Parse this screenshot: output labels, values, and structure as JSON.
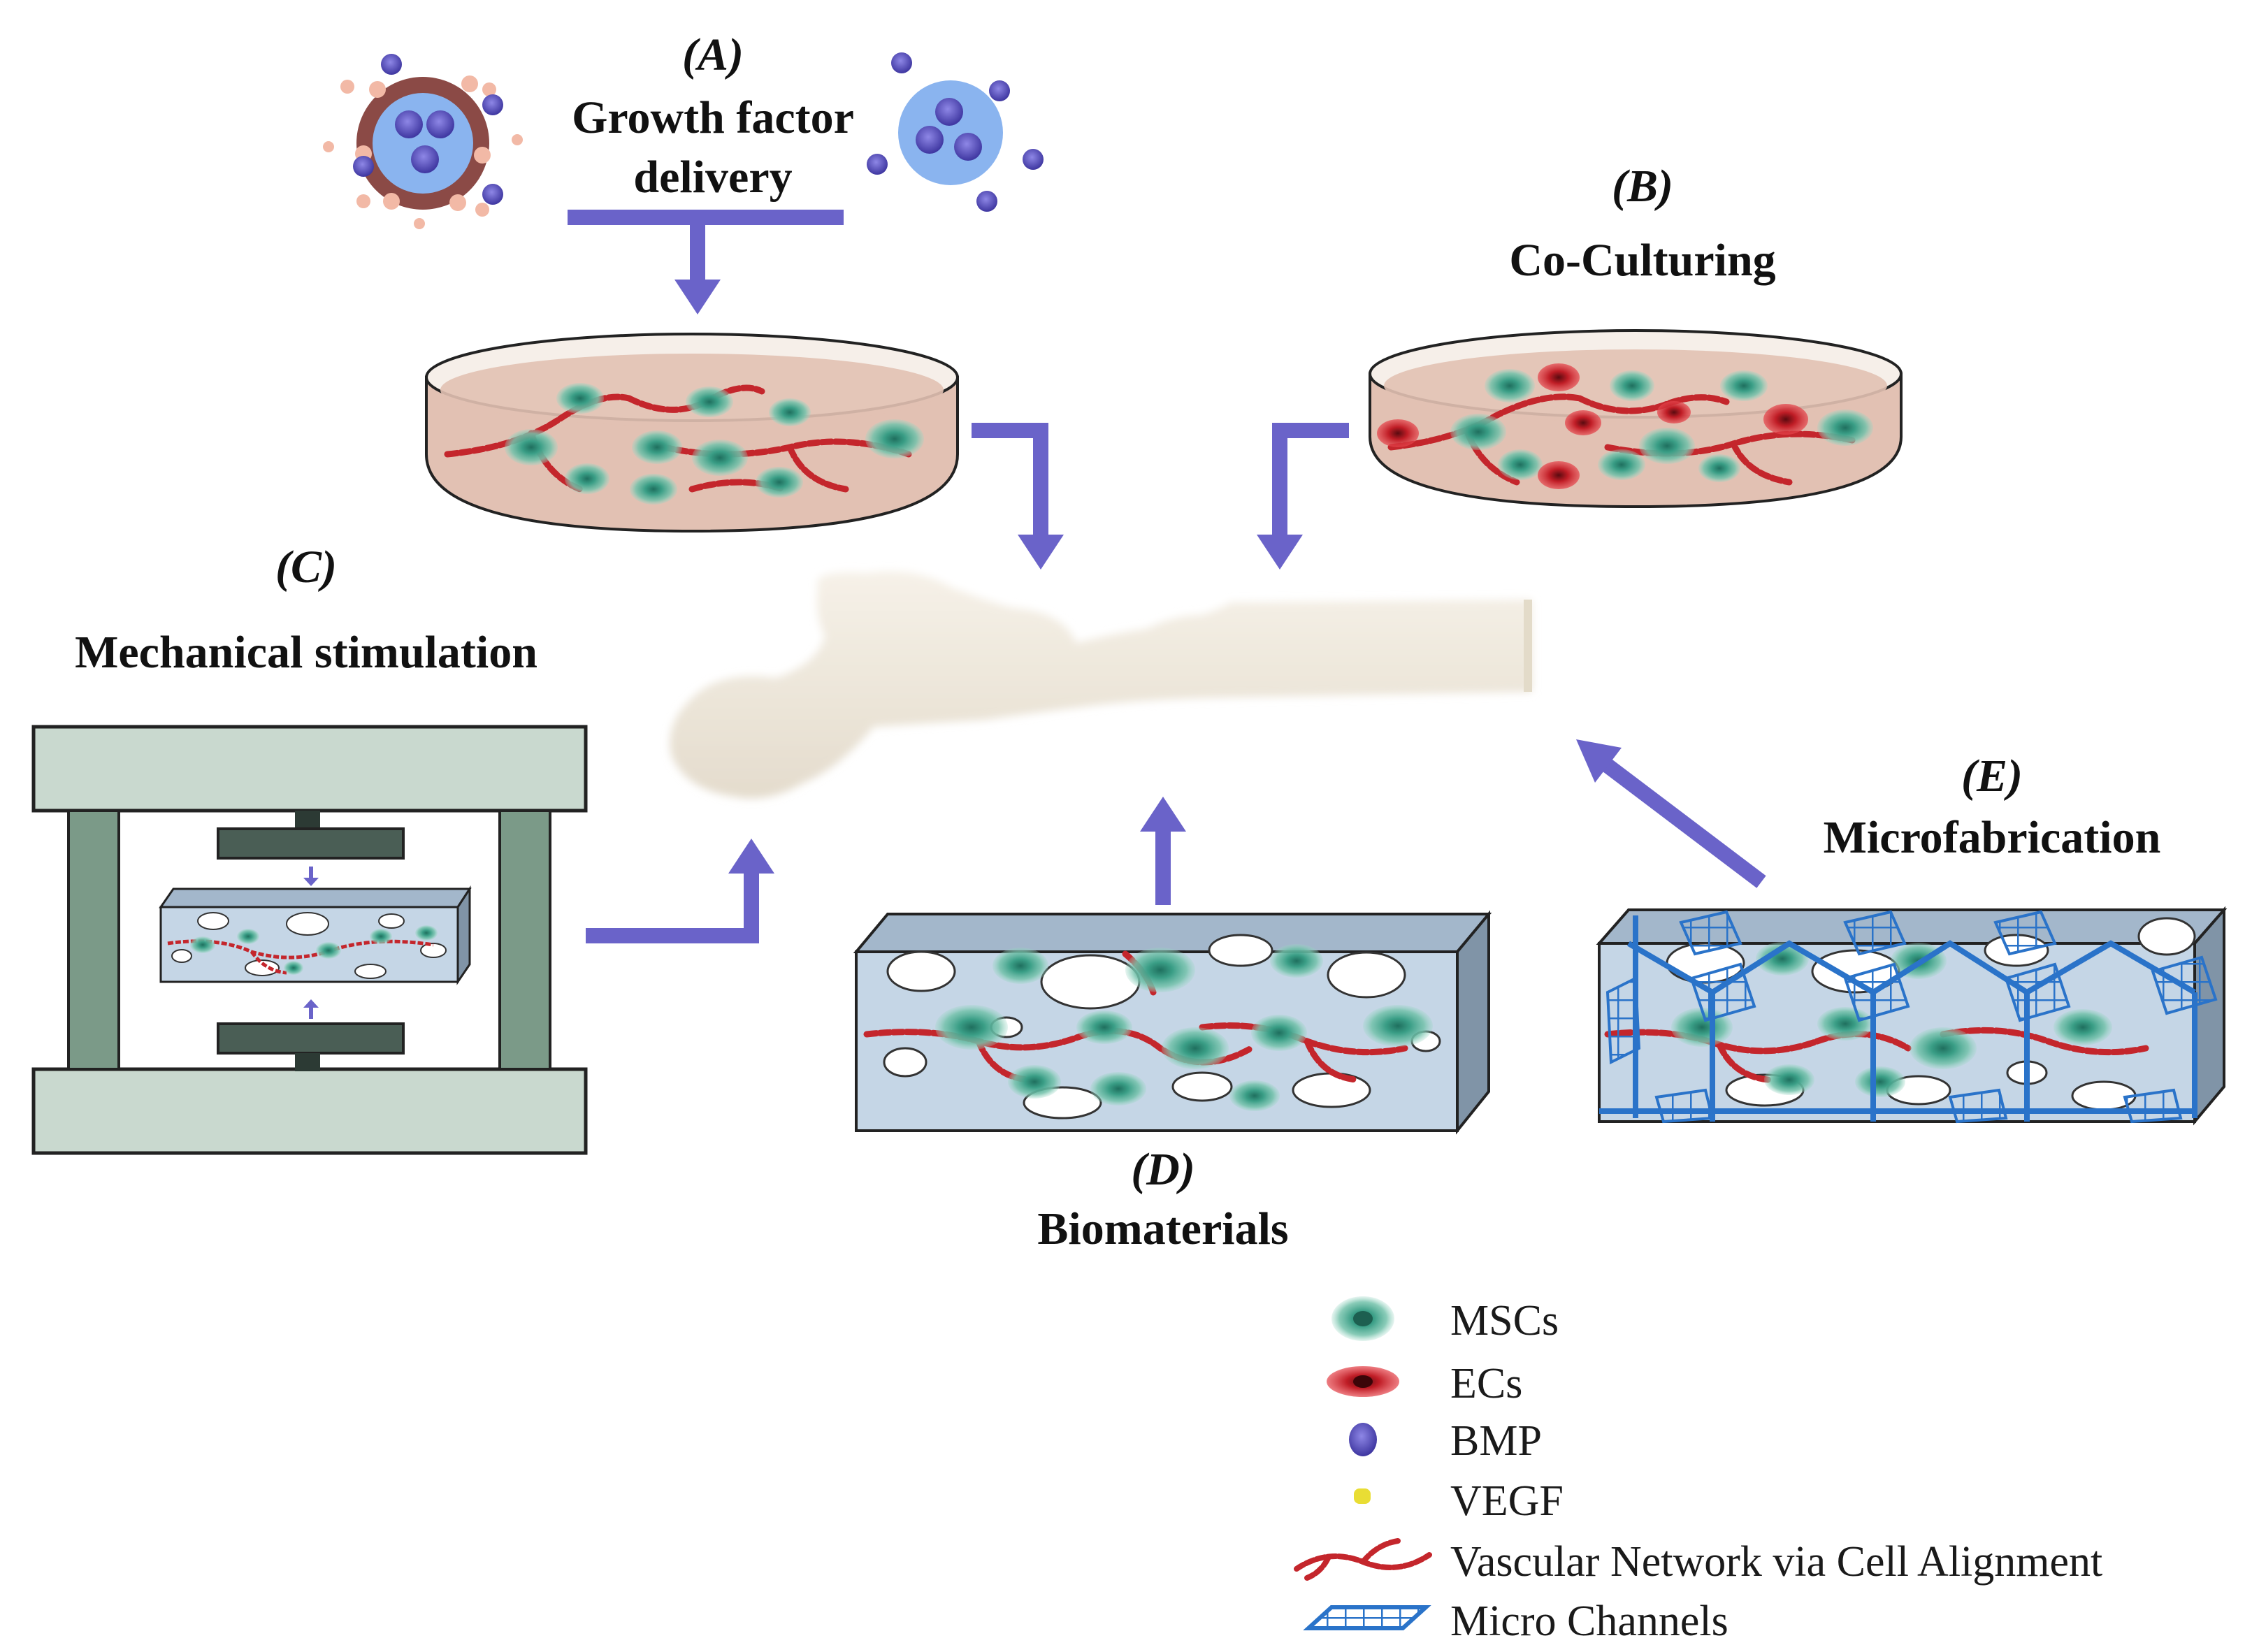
{
  "panels": {
    "a": {
      "letter": "(A)",
      "title_line1": "Growth factor",
      "title_line2": "delivery"
    },
    "b": {
      "letter": "(B)",
      "title": "Co-Culturing"
    },
    "c": {
      "letter": "(C)",
      "title": "Mechanical stimulation"
    },
    "d": {
      "letter": "(D)",
      "title": "Biomaterials"
    },
    "e": {
      "letter": "(E)",
      "title": "Microfabrication"
    }
  },
  "legend": {
    "items": [
      {
        "label": "MSCs",
        "icon": "msc-cell-icon"
      },
      {
        "label": "ECs",
        "icon": "ec-cell-icon"
      },
      {
        "label": "BMP",
        "icon": "bmp-particle-icon"
      },
      {
        "label": "VEGF",
        "icon": "vegf-particle-icon"
      },
      {
        "label": "Vascular Network via Cell Alignment",
        "icon": "vascular-network-icon"
      },
      {
        "label": "Micro Channels",
        "icon": "micro-channel-icon"
      }
    ]
  },
  "colors": {
    "arrow": "#6a63c9",
    "msc": "#3a9e86",
    "ec": "#c01d26",
    "bmp": "#5a52b8",
    "vegf": "#e9dd34",
    "vessel": "#c4262c",
    "channel": "#2a73c9",
    "scaffold": "#c5d6e6",
    "bone": "#efe8dc",
    "frame": "#c9d9cf",
    "frame_pillar": "#7b9a88",
    "plate": "#4a5e55",
    "medium": "#e2c1b3"
  }
}
